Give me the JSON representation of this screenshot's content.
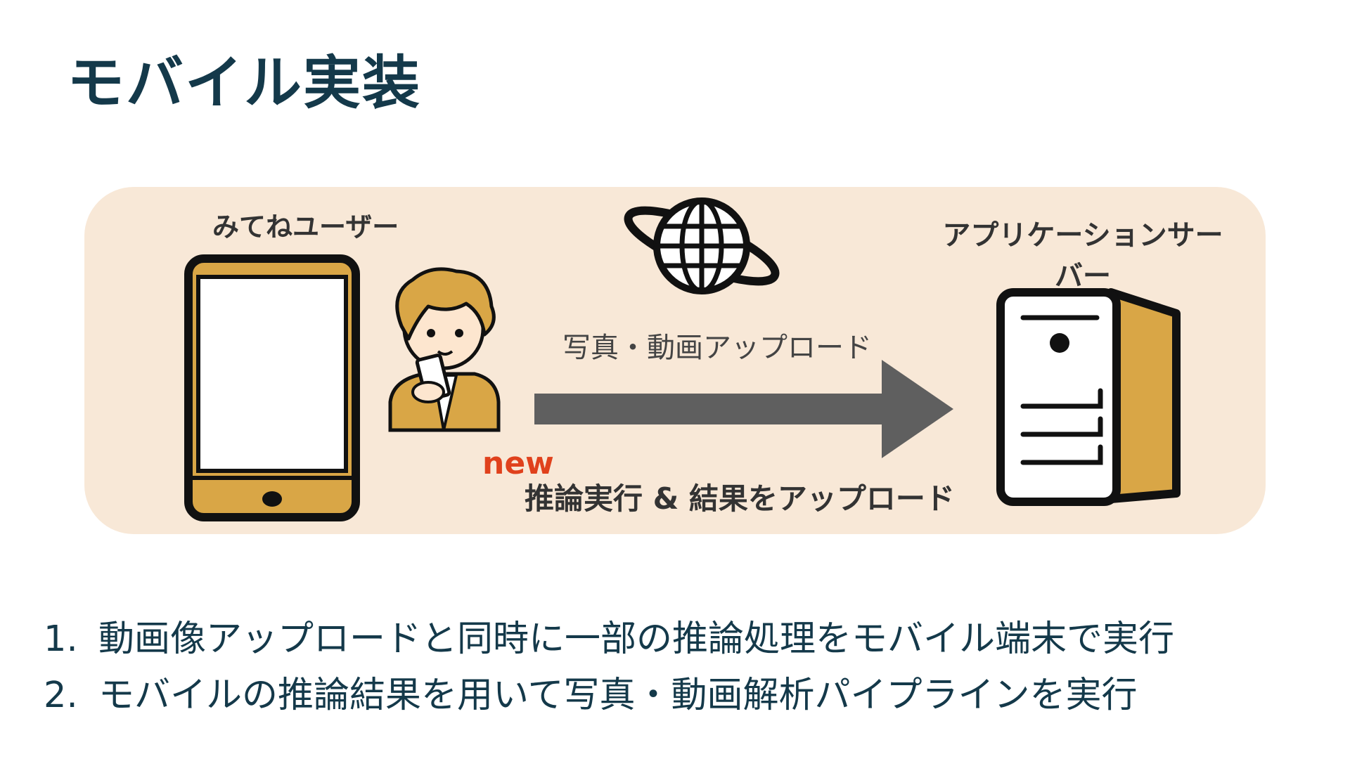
{
  "title": "モバイル実装",
  "diagram": {
    "user_label": "みてねユーザー",
    "server_label": "アプリケーションサーバー",
    "upload_label": "写真・動画アップロード",
    "new_badge": "new",
    "inference_label": "推論実行 & 結果をアップロード",
    "icons": [
      "smartphone-icon",
      "user-with-phone-icon",
      "globe-icon",
      "server-icon",
      "arrow-right-icon"
    ]
  },
  "points": [
    {
      "number": "1.",
      "text": "動画像アップロードと同時に一部の推論処理をモバイル端末で実行"
    },
    {
      "number": "2.",
      "text": "モバイルの推論結果を用いて写真・動画解析パイプラインを実行"
    }
  ],
  "colors": {
    "title": "#14394a",
    "panel": "#f8e8d7",
    "accent_gold": "#d9a646",
    "new_badge": "#e0411c",
    "arrow": "#5f5f5f"
  }
}
